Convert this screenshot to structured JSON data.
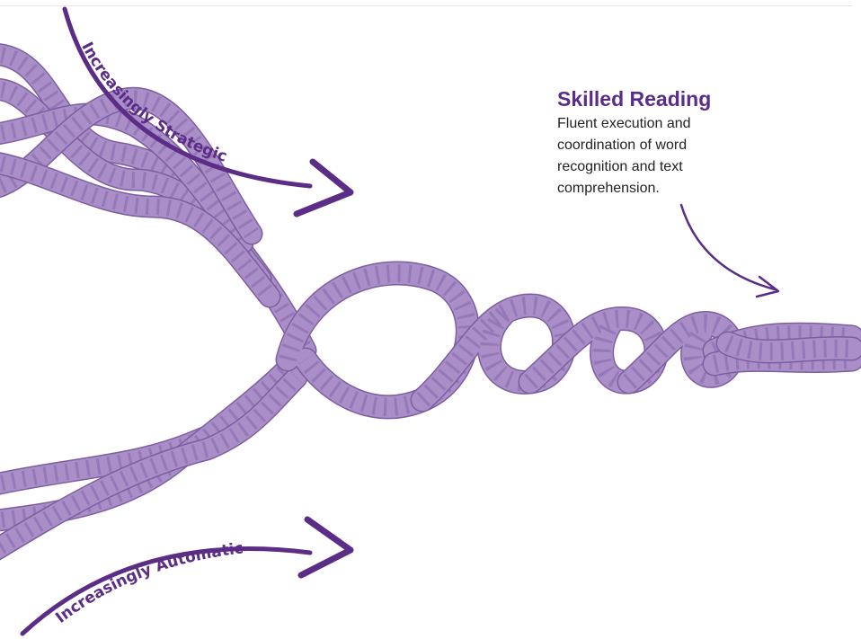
{
  "labels": {
    "strategic": "Increasingly Strategic",
    "automatic": "Increasingly Automatic"
  },
  "skilled_reading": {
    "title": "Skilled Reading",
    "description": "Fluent execution and coordination of word recognition and text comprehension."
  },
  "colors": {
    "rope_fill": "#a98ec7",
    "rope_dark": "#8e6fb1",
    "rope_stroke": "#7d5ea1",
    "rope_twist": "#9478b8",
    "accent": "#5b2d86"
  }
}
